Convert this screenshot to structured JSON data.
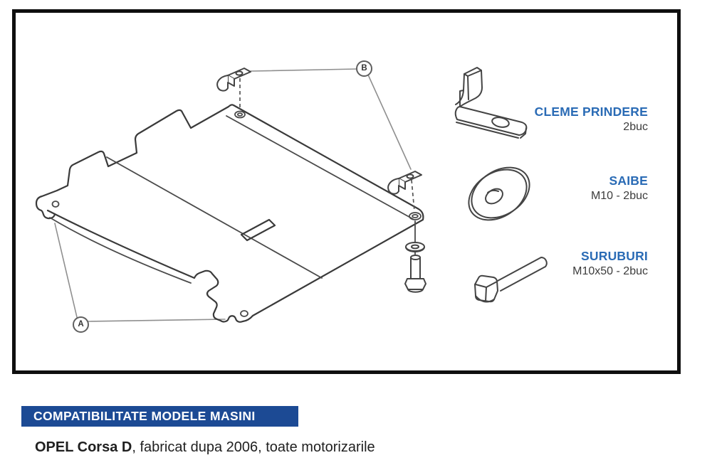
{
  "diagram": {
    "callout_a": "A",
    "callout_b": "B",
    "parts": [
      {
        "name": "cleme-prindere",
        "title": "CLEME PRINDERE",
        "spec": "2buc"
      },
      {
        "name": "saibe",
        "title": "SAIBE",
        "spec": "M10 - 2buc"
      },
      {
        "name": "suruburi",
        "title": "SURUBURI",
        "spec": "M10x50 - 2buc"
      }
    ]
  },
  "compatibility": {
    "header": "COMPATIBILITATE MODELE MASINI",
    "model": "OPEL Corsa D",
    "details": ", fabricat dupa 2006, toate motorizarile"
  },
  "colors": {
    "label_blue": "#2a6bb5",
    "banner_blue": "#1c4a94",
    "line_dark": "#3a3a3a"
  }
}
